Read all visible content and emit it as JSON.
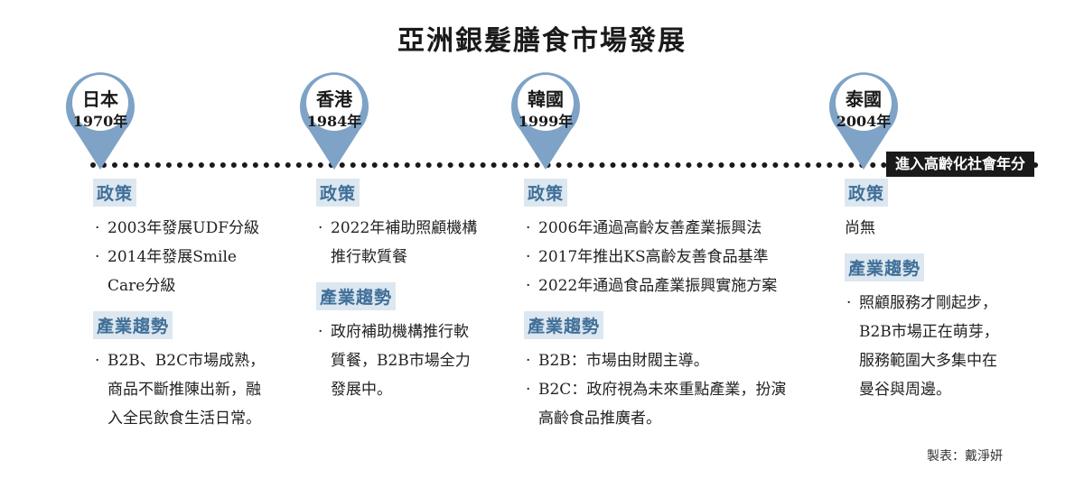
{
  "title": "亞洲銀髮膳食市場發展",
  "legend": "進入高齡化社會年分",
  "colors": {
    "pin": "#7ea3c6",
    "label_bg": "#dde7f0",
    "label_text": "#3f6f98",
    "timeline": "#1a1a1a"
  },
  "countries": [
    {
      "name": "日本",
      "year": "1970年",
      "policy_label": "政策",
      "policy": [
        "2003年發展UDF分級",
        "2014年發展Smile Care分級"
      ],
      "trend_label": "產業趨勢",
      "trend": [
        "B2B、B2C市場成熟，商品不斷推陳出新，融入全民飲食生活日常。"
      ]
    },
    {
      "name": "香港",
      "year": "1984年",
      "policy_label": "政策",
      "policy": [
        "2022年補助照顧機構推行軟質餐"
      ],
      "trend_label": "產業趨勢",
      "trend": [
        "政府補助機構推行軟質餐，B2B市場全力發展中。"
      ]
    },
    {
      "name": "韓國",
      "year": "1999年",
      "policy_label": "政策",
      "policy": [
        "2006年通過高齡友善產業振興法",
        "2017年推出KS高齡友善食品基準",
        "2022年通過食品產業振興實施方案"
      ],
      "trend_label": "產業趨勢",
      "trend": [
        "B2B：市場由財閥主導。",
        "B2C：政府視為未來重點產業，扮演高齡食品推廣者。"
      ]
    },
    {
      "name": "泰國",
      "year": "2004年",
      "policy_label": "政策",
      "policy_text": "尚無",
      "trend_label": "產業趨勢",
      "trend": [
        "照顧服務才剛起步，B2B市場正在萌芽，服務範圍大多集中在曼谷與周邊。"
      ]
    }
  ],
  "credit": "製表：戴淨妍"
}
